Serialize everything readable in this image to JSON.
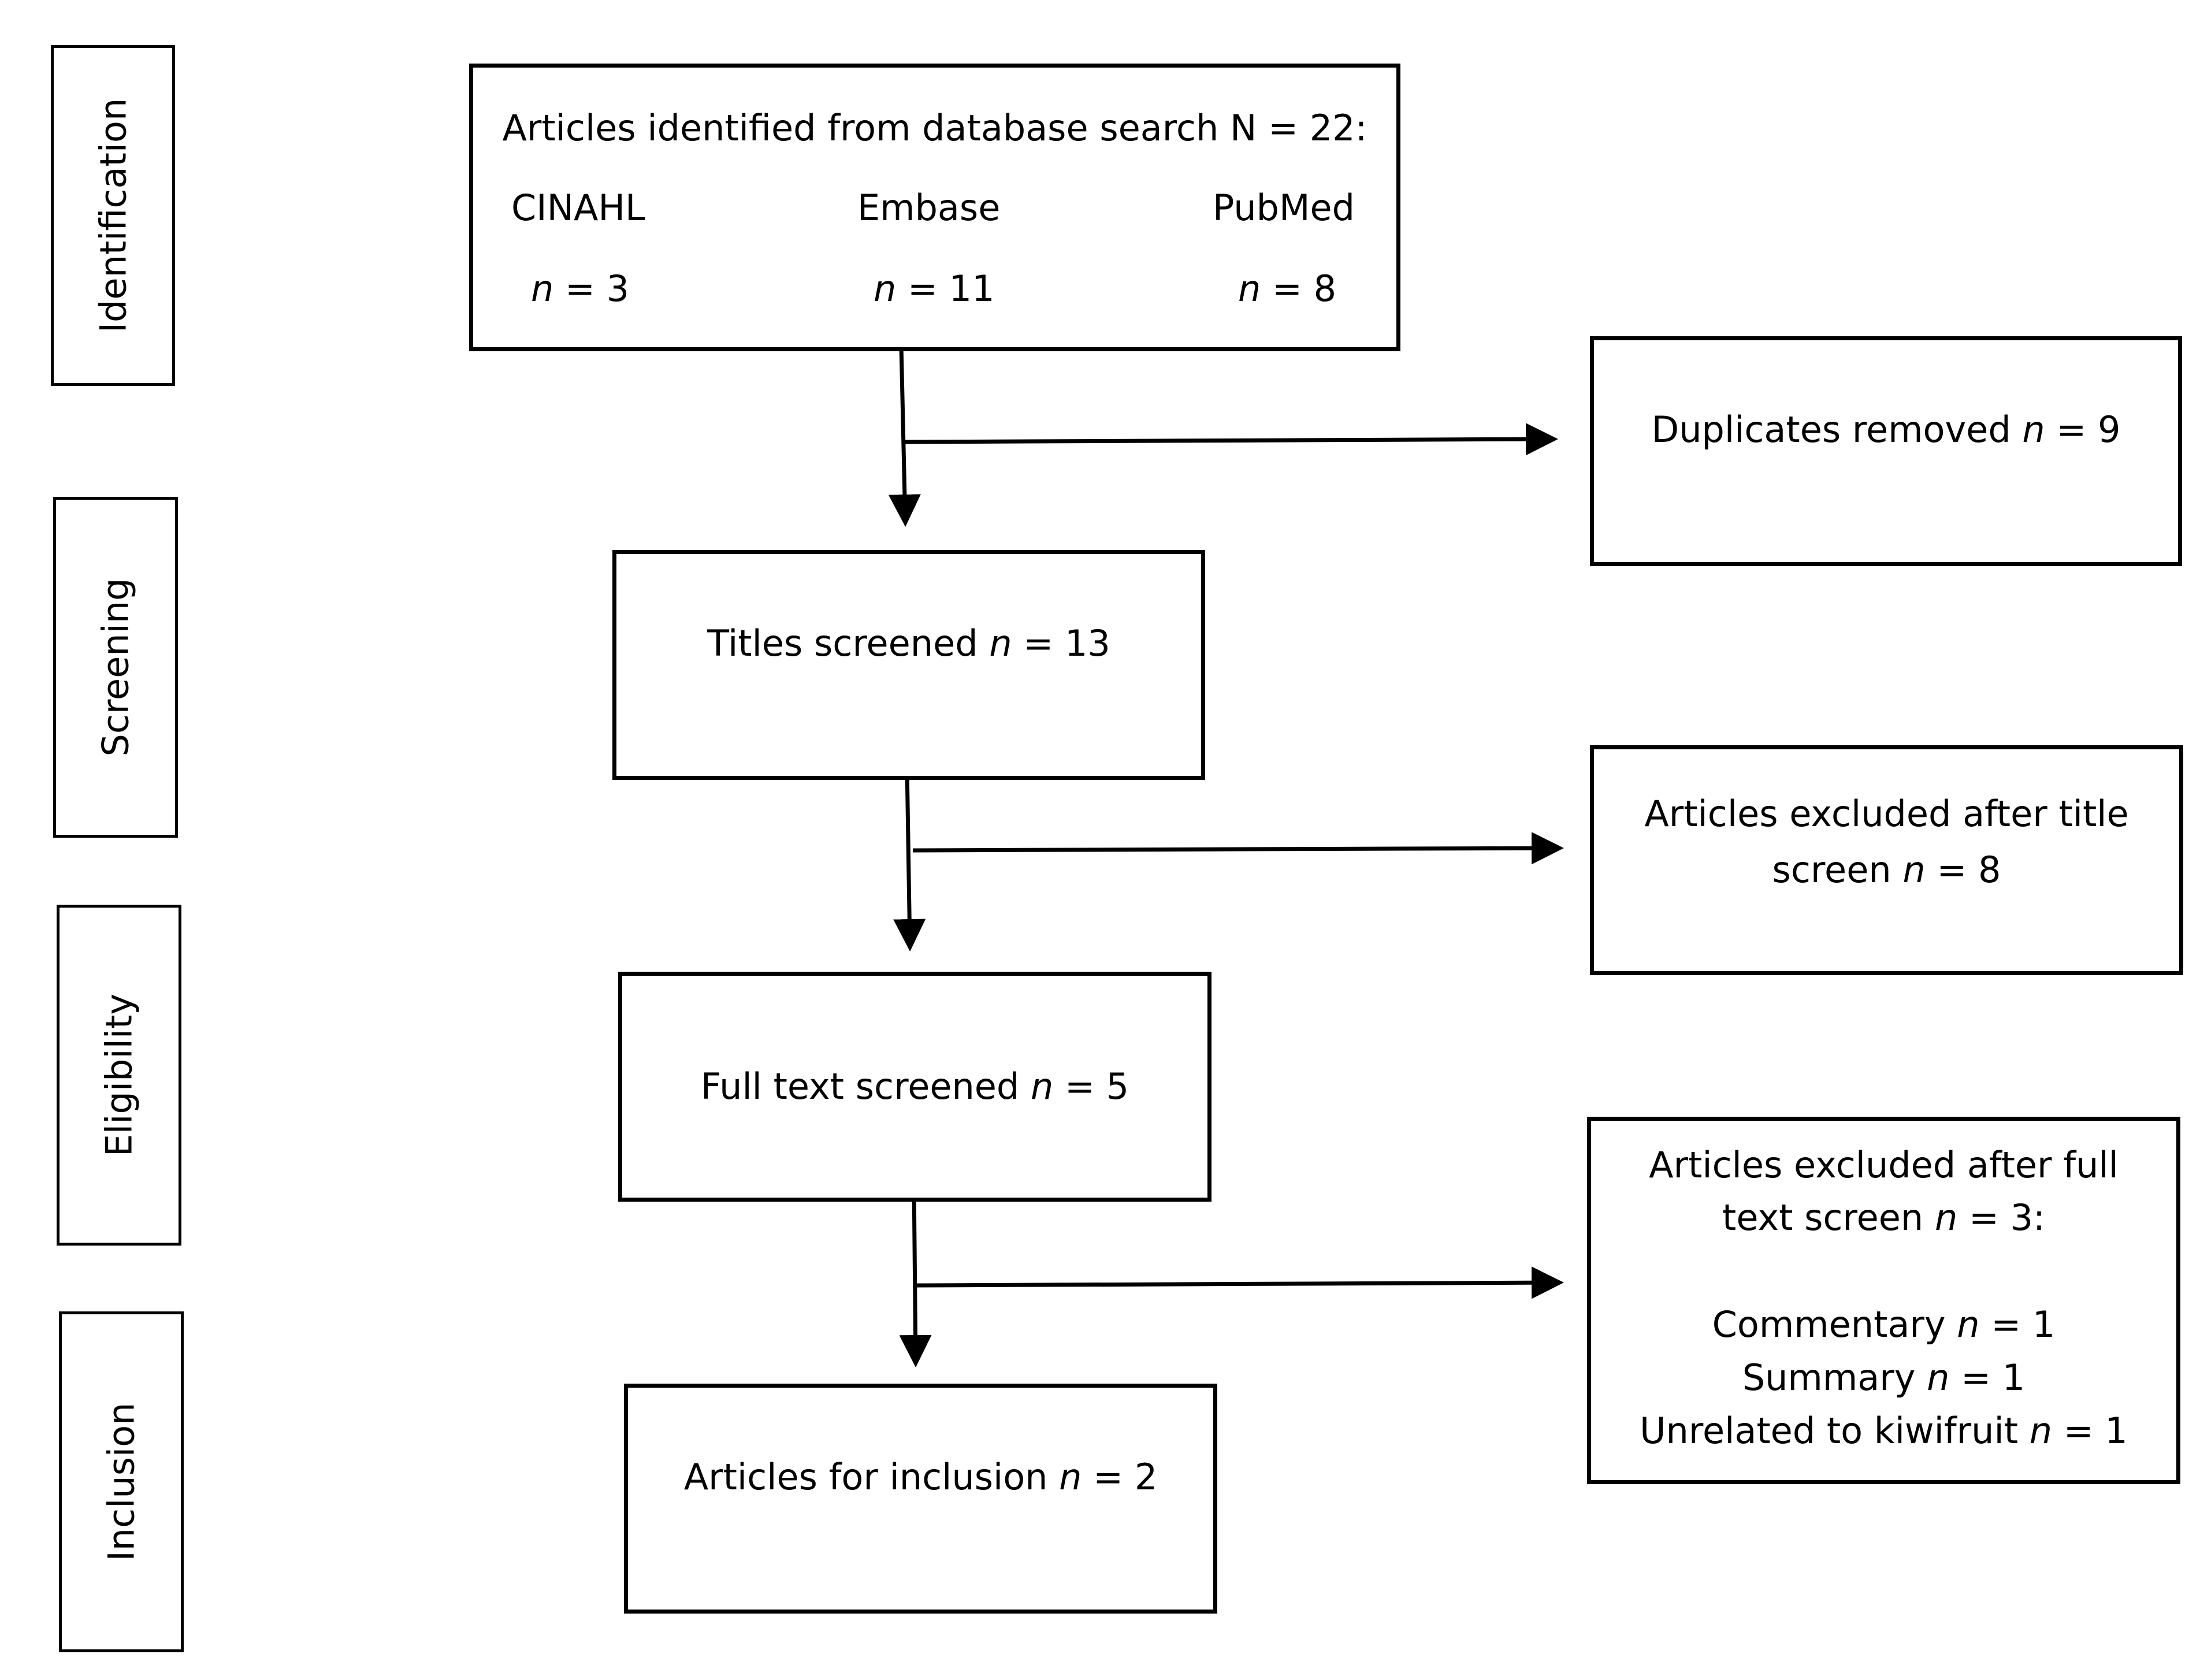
{
  "stages": {
    "identification": "Identification",
    "screening": "Screening",
    "eligibility": "Eligibility",
    "inclusion": "Inclusion"
  },
  "identified": {
    "title": "Articles identified from database search N = 22:",
    "sources": [
      {
        "name": "CINAHL",
        "n_label": "n",
        "n_value": " = 3"
      },
      {
        "name": "Embase",
        "n_label": "n",
        "n_value": " = 11"
      },
      {
        "name": "PubMed",
        "n_label": "n",
        "n_value": " = 8"
      }
    ]
  },
  "duplicates": {
    "text": "Duplicates removed ",
    "n_label": "n",
    "n_value": " = 9"
  },
  "titles": {
    "text": "Titles screened ",
    "n_label": "n",
    "n_value": " = 13"
  },
  "excluded_title": {
    "line1": "Articles excluded after title",
    "line2": "screen ",
    "n_label": "n",
    "n_value": " = 8"
  },
  "fulltext": {
    "text": "Full text screened ",
    "n_label": "n",
    "n_value": " = 5"
  },
  "excluded_fulltext": {
    "line1": "Articles excluded after full",
    "line2": "text screen ",
    "n_label": "n",
    "n_value": " = 3:",
    "reasons": [
      {
        "text": "Commentary ",
        "n_label": "n",
        "n_value": " = 1"
      },
      {
        "text": "Summary ",
        "n_label": "n",
        "n_value": " = 1"
      },
      {
        "text": "Unrelated to kiwifruit ",
        "n_label": "n",
        "n_value": " = 1"
      }
    ]
  },
  "included": {
    "text": "Articles for inclusion ",
    "n_label": "n",
    "n_value": " = 2"
  }
}
